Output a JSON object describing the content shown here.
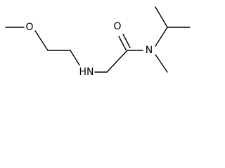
{
  "diagram": {
    "type": "skeletal-structure",
    "atom_labels": {
      "ether_oxygen": "O",
      "amine_nh": "HN",
      "carbonyl_oxygen": "O",
      "amide_nitrogen": "N"
    },
    "colors": {
      "bond": "#000000",
      "label": "#000000",
      "background": "#ffffff"
    }
  }
}
